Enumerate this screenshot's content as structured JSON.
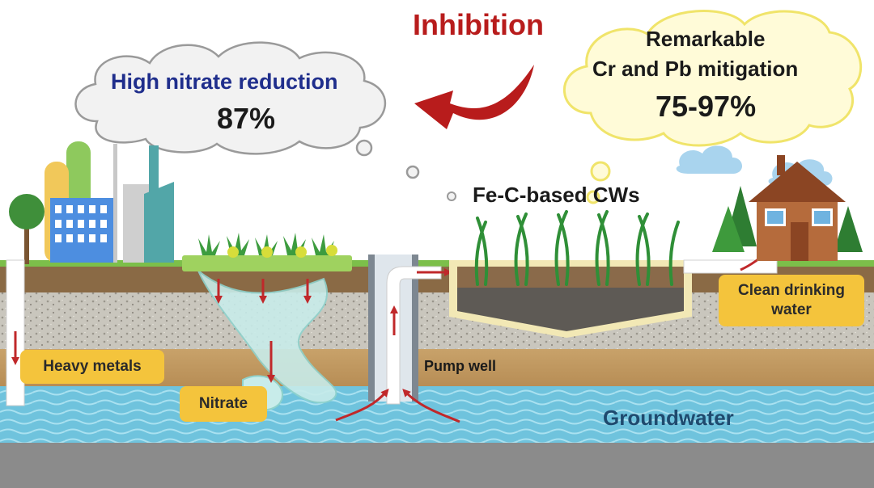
{
  "labels": {
    "inhibition": "Inhibition",
    "nitrate_reduction_title": "High nitrate reduction",
    "nitrate_reduction_value": "87%",
    "metal_title_line1": "Remarkable",
    "metal_title_line2": "Cr and Pb mitigation",
    "metal_value": "75-97%",
    "cws": "Fe-C-based CWs",
    "heavy_metals": "Heavy metals",
    "nitrate": "Nitrate",
    "pump_well": "Pump well",
    "clean_water_line1": "Clean drinking",
    "clean_water_line2": "water",
    "groundwater": "Groundwater"
  },
  "colors": {
    "inhibition": "#b81c1c",
    "nitrate_title": "#1f2e8c",
    "dark_text": "#1a1a1a",
    "groundwater_text": "#1f4a6e",
    "tag_fill": "#f4c43c",
    "arrow": "#c0282a"
  }
}
